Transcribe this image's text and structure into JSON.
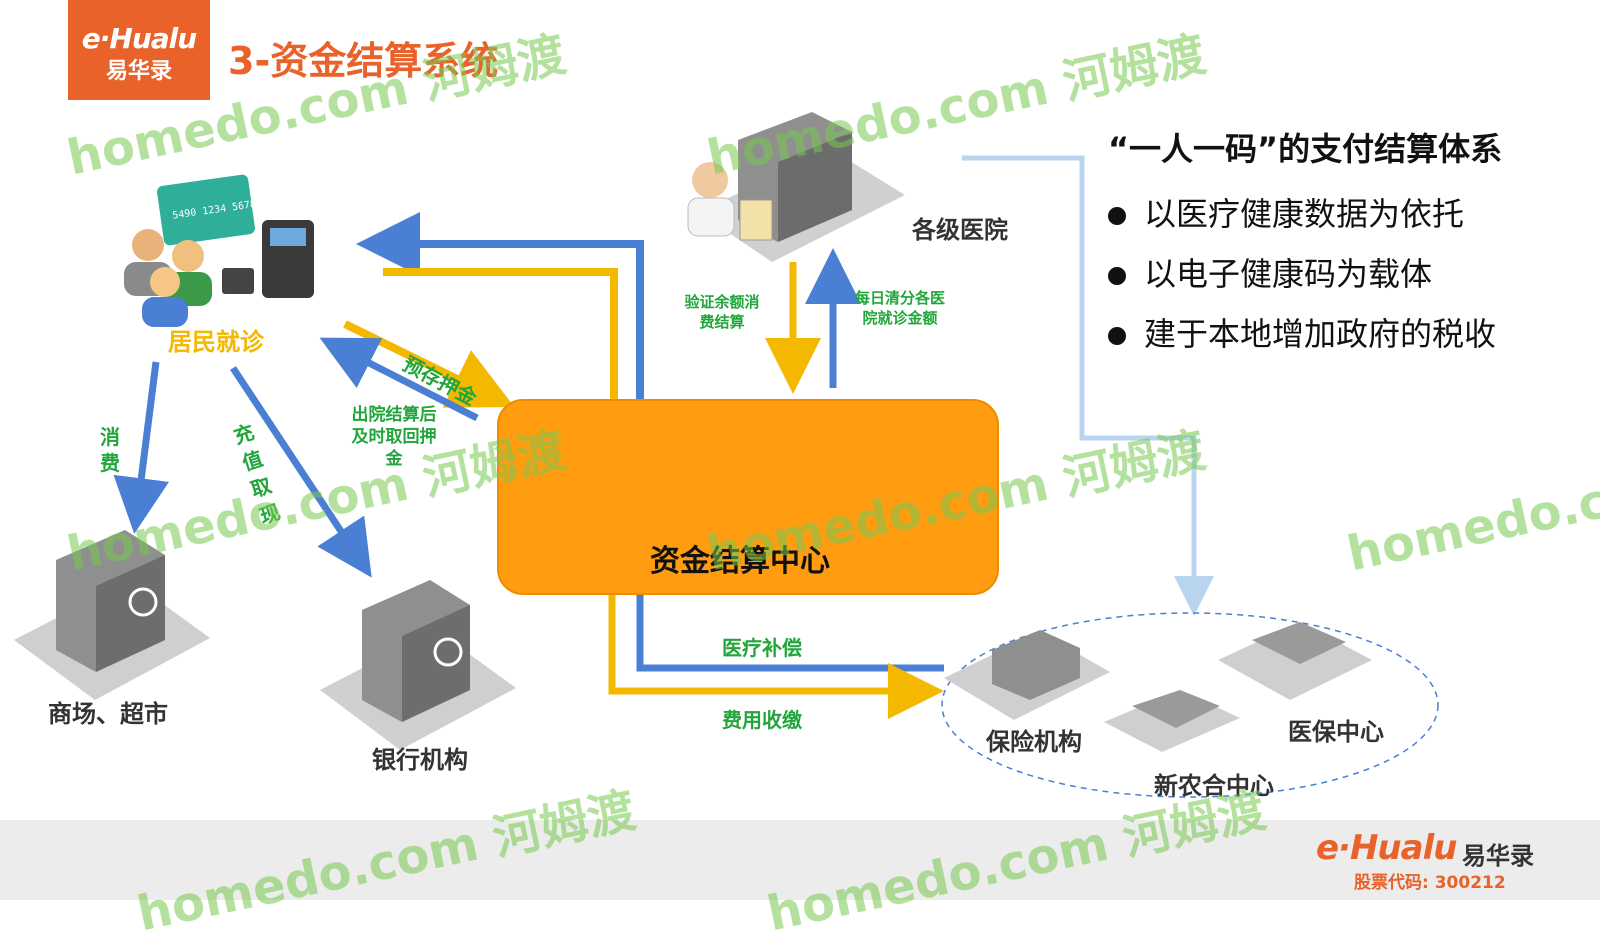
{
  "header": {
    "logo_en": "e·Hualu",
    "logo_cn": "易华录",
    "title": "3-资金结算系统"
  },
  "nodes": {
    "residents": "居民就诊",
    "hospitals": "各级医院",
    "mall": "商场、超市",
    "bank": "银行机构",
    "settlement_center": "资金结算中心",
    "insurance": "保险机构",
    "new_rural": "新农合中心",
    "medical_insurance": "医保中心"
  },
  "flows": {
    "prepay": "预存押金",
    "discharge_settle": "出院结算后及时取回押金",
    "consume": "消费",
    "recharge": "充值取现",
    "verify": "验证余额消费结算",
    "daily_clear": "每日清分各医院就诊金额",
    "compensation": "医疗补偿",
    "fee_collection": "费用收缴"
  },
  "right_panel": {
    "title": "“一人一码”的支付结算体系",
    "bullets": [
      "以医疗健康数据为依托",
      "以电子健康码为载体",
      "建于本地增加政府的税收"
    ]
  },
  "footer": {
    "logo_en": "e·Hualu",
    "logo_cn": "易华录",
    "stock": "股票代码: 300212"
  },
  "watermark": {
    "text": "homedo.com 河姆渡"
  },
  "colors": {
    "brand_orange": "#e8622a",
    "arrow_blue": "#4a7fd4",
    "arrow_yellow": "#f5b800",
    "label_green": "#22a63c",
    "center_orange": "#ff9c10",
    "light_blue_line": "#b8d4ee"
  }
}
